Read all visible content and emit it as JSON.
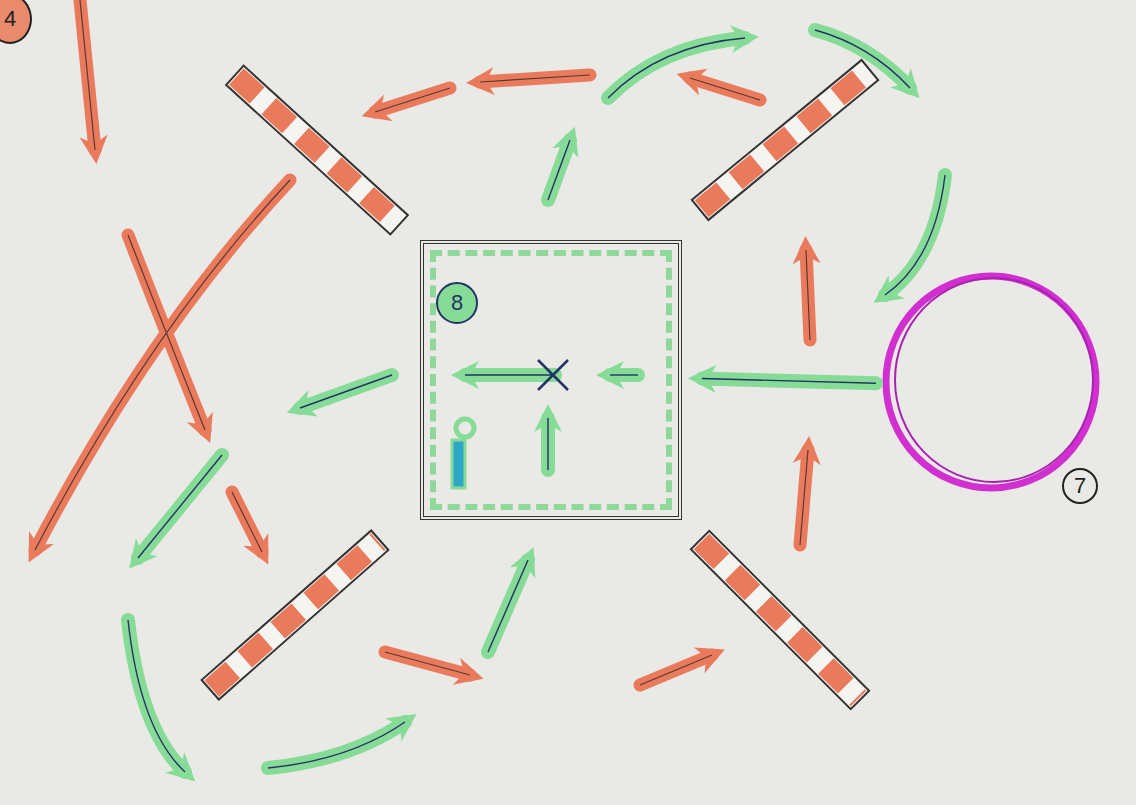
{
  "diagram": {
    "nodes": [
      {
        "text": [
          "8"
        ]
      },
      {
        "text": [
          "7"
        ]
      }
    ],
    "edges": [
      {
        "from": 1,
        "to": 0,
        "arrow": "to"
      }
    ],
    "labels": [
      "4"
    ]
  }
}
